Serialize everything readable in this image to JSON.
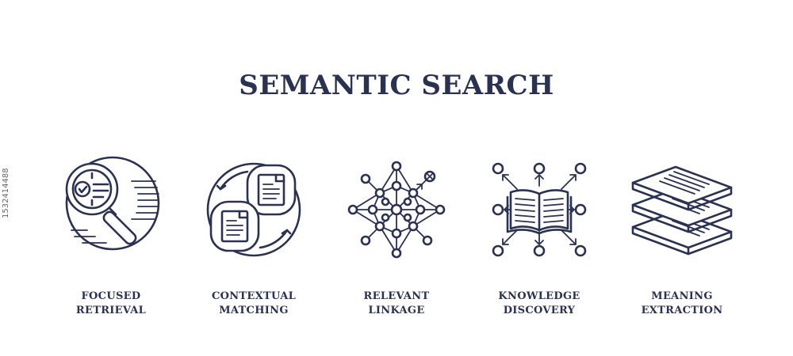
{
  "title": "SEMANTIC SEARCH",
  "side_id": "1532414488",
  "items": [
    {
      "line1": "FOCUSED",
      "line2": "RETRIEVAL",
      "icon": "magnifier-check-icon"
    },
    {
      "line1": "CONTEXTUAL",
      "line2": "MATCHING",
      "icon": "documents-exchange-icon"
    },
    {
      "line1": "RELEVANT",
      "line2": "LINKAGE",
      "icon": "network-nodes-icon"
    },
    {
      "line1": "KNOWLEDGE",
      "line2": "DISCOVERY",
      "icon": "open-book-arrows-icon"
    },
    {
      "line1": "MEANING",
      "line2": "EXTRACTION",
      "icon": "stacked-layers-icon"
    }
  ]
}
